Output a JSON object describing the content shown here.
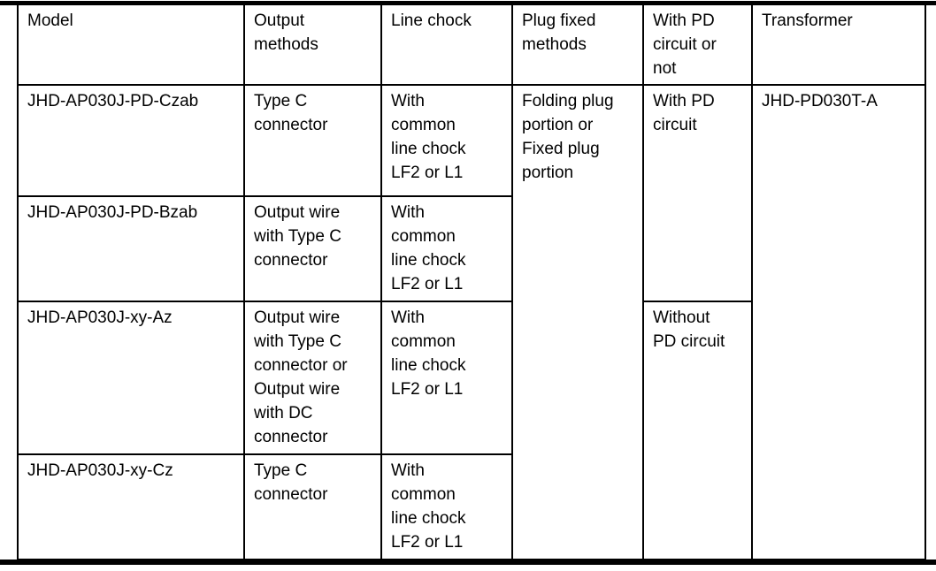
{
  "table": {
    "columns": [
      {
        "label": "Model"
      },
      {
        "label": "Output\nmethods"
      },
      {
        "label": "Line chock"
      },
      {
        "label": "Plug fixed\nmethods"
      },
      {
        "label": "With PD\ncircuit or\nnot"
      },
      {
        "label": "Transformer"
      }
    ],
    "rows": [
      {
        "model": "JHD-AP030J-PD-Czab",
        "output": "Type C\nconnector",
        "chock": "With\ncommon\nline chock\nLF2 or L1"
      },
      {
        "model": "JHD-AP030J-PD-Bzab",
        "output": "Output wire\nwith Type C\nconnector",
        "chock": "With\ncommon\nline chock\nLF2 or L1"
      },
      {
        "model": "JHD-AP030J-xy-Az",
        "output": "Output wire\nwith Type C\nconnector or\nOutput wire\nwith DC\nconnector",
        "chock": "With\ncommon\nline chock\nLF2 or L1"
      },
      {
        "model": "JHD-AP030J-xy-Cz",
        "output": "Type C\nconnector",
        "chock": "With\ncommon\nline chock\nLF2 or L1"
      }
    ],
    "merged": {
      "plug_fixed": "Folding plug\nportion or\nFixed plug\nportion",
      "pd_with": "With PD\ncircuit",
      "pd_without": "Without\nPD circuit",
      "transformer": "JHD-PD030T-A"
    },
    "colors": {
      "text": "#000000",
      "border": "#000000",
      "background": "#ffffff"
    }
  }
}
